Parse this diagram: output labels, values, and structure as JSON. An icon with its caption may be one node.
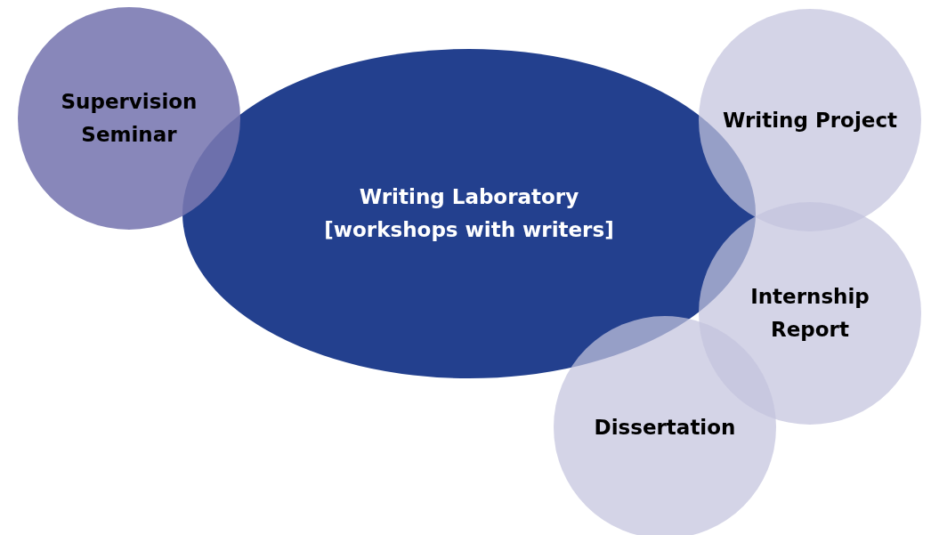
{
  "diagram": {
    "nodes": [
      {
        "text": [
          "Supervision Seminar"
        ]
      },
      {
        "text": [
          "Writing Laboratory [workshops with writers]"
        ]
      },
      {
        "text": [
          "Writing Project"
        ]
      },
      {
        "text": [
          "Internship Report"
        ]
      },
      {
        "text": [
          "Dissertation"
        ]
      }
    ]
  }
}
